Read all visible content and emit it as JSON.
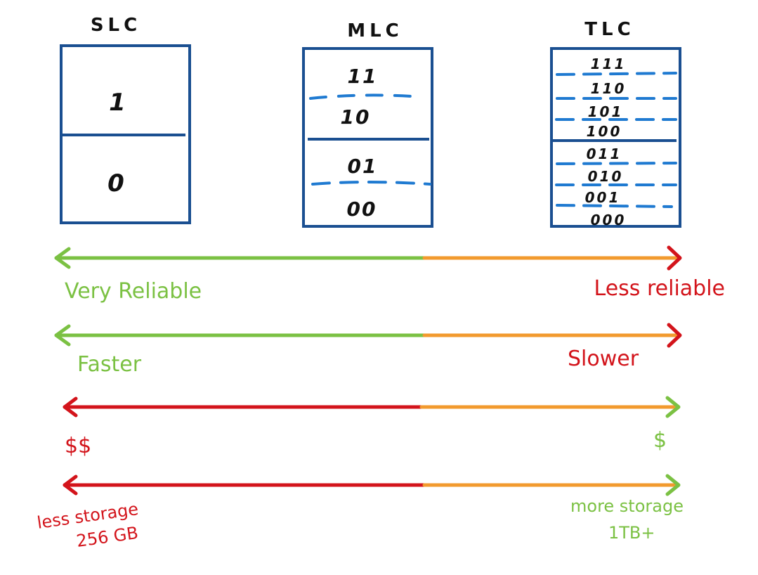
{
  "colors": {
    "box": "#1a4f91",
    "dashed": "#1f7ad1",
    "green": "#7bc143",
    "orange": "#f29a2e",
    "red": "#d3141b",
    "ink": "#111111"
  },
  "cells": {
    "slc": {
      "title": "SLC",
      "levels": [
        "1",
        "0"
      ]
    },
    "mlc": {
      "title": "MLC",
      "levels": [
        "11",
        "10",
        "01",
        "00"
      ]
    },
    "tlc": {
      "title": "TLC",
      "levels": [
        "111",
        "110",
        "101",
        "100",
        "011",
        "010",
        "001",
        "000"
      ]
    }
  },
  "scales": {
    "reliability": {
      "left": "Very Reliable",
      "right": "Less reliable"
    },
    "speed": {
      "left": "Faster",
      "right": "Slower"
    },
    "cost": {
      "left": "$$",
      "right": "$"
    },
    "storage": {
      "left": "less storage",
      "left_sub": "256 GB",
      "right": "more storage",
      "right_sub": "1TB+"
    }
  }
}
